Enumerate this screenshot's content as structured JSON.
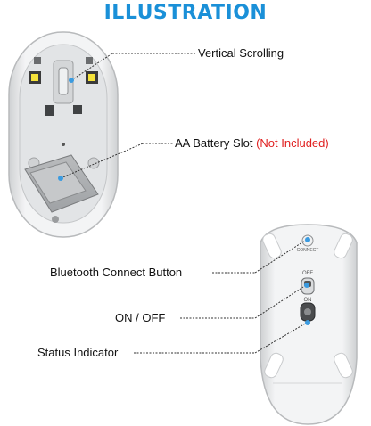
{
  "title": "ILLUSTRATION",
  "colors": {
    "title": "#1a90d8",
    "callout_dot": "#3b9be0",
    "note_red": "#e02020",
    "mouse_body": "#e9eaeb",
    "mouse_shadow": "#c8cacc"
  },
  "callouts": {
    "vertical_scrolling": "Vertical Scrolling",
    "aa_battery_slot": "AA Battery Slot",
    "aa_battery_note": "(Not Included)",
    "bluetooth_connect_button": "Bluetooth Connect Button",
    "on_off": "ON / OFF",
    "status_indicator": "Status Indicator"
  },
  "switch_labels": {
    "connect": "CONNECT",
    "off": "OFF",
    "on": "ON"
  }
}
